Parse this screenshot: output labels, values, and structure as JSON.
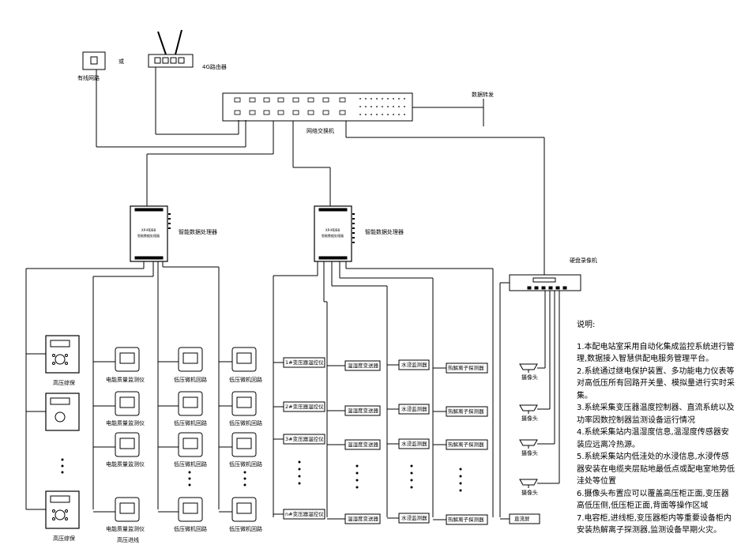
{
  "labels": {
    "wired_network": "有线网路",
    "or": "或",
    "router_4g": "4G路由器",
    "data_forward": "数据转发",
    "network_switch": "网络交换机",
    "processor_left": "智能数据处理器",
    "processor_right": "智能数据处理器",
    "nvr": "硬盘录像机",
    "hv_protection_top": "高压综保",
    "hv_protection_bottom": "高压综保",
    "energy_meter": "电能质量监测仪",
    "hv_incoming": "高压进线",
    "lv_microcomputer": "低压微机回路",
    "transformer_temp_1": "1#变压器温控仪",
    "transformer_temp_2": "2#变压器温控仪",
    "transformer_temp_3": "3#变压器温控仪",
    "transformer_temp_n": "n#变压器温控仪",
    "humidity_transmitter": "温湿度变送器",
    "water_detector": "水浸监测器",
    "pyrolysis_detector": "热解离子探测器",
    "dc_screen": "直流屏",
    "camera": "摄像头"
  },
  "device_text": {
    "processor_model": "XP-MDB8",
    "processor_name": "智能数据处理器"
  },
  "notes": {
    "title": "说明:",
    "items": [
      "1.本配电站室采用自动化集成监控系统进行管理,数据接入智慧供配电服务管理平台。",
      "2.系统通过继电保护装置、多功能电力仪表等对高低压所有回路开关量、模拟量进行实时采集。",
      "3.系统采集变压器温度控制器、直流系统以及功率因数控制器监测设备运行情况",
      "4.系统采集站内温湿度信息,温湿度传感器安装应远离冷热源。",
      "5.系统采集站内低洼处的水浸信息,水浸传感器安装在电缆夹层贴地最低点或配电室地势低洼处等位置",
      "6.摄像头布置应可以覆盖高压柜正面,变压器高低压侧,低压柜正面,背面等操作区域",
      "7.电容柜,进线柜,变压器柜内等重要设备柜内安装热解离子探测器,监测设备早期火灾。"
    ]
  }
}
